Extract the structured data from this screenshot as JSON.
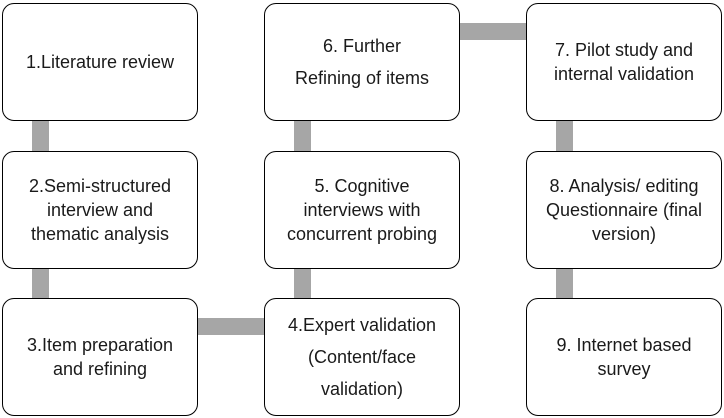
{
  "steps": [
    {
      "id": "1",
      "lines": [
        "1.Literature review"
      ]
    },
    {
      "id": "2",
      "lines": [
        "2.Semi-structured",
        "interview and",
        "thematic analysis"
      ]
    },
    {
      "id": "3",
      "lines": [
        "3.Item preparation",
        "and refining"
      ]
    },
    {
      "id": "4",
      "lines": [
        "4.Expert validation",
        "(Content/face",
        "validation)"
      ]
    },
    {
      "id": "5",
      "lines": [
        "5. Cognitive",
        "interviews with",
        "concurrent probing"
      ]
    },
    {
      "id": "6",
      "lines": [
        "6. Further",
        "Refining of items"
      ]
    },
    {
      "id": "7",
      "lines": [
        "7. Pilot study and",
        "internal validation"
      ]
    },
    {
      "id": "8",
      "lines": [
        "8. Analysis/ editing",
        "Questionnaire (final",
        "version)"
      ]
    },
    {
      "id": "9",
      "lines": [
        "9. Internet based",
        "survey"
      ]
    }
  ],
  "colors": {
    "connector": "#a6a6a6",
    "box_border": "#000000",
    "text": "#1a1a1a"
  }
}
